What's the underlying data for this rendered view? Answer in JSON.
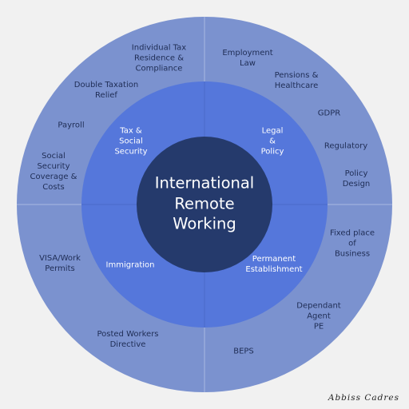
{
  "center": {
    "title": "International\nRemote\nWorking"
  },
  "inner": {
    "tax": "Tax &\nSocial\nSecurity",
    "legal": "Legal\n&\nPolicy",
    "immigration": "Immigration",
    "pe": "Permanent\nEstablishment"
  },
  "outer": {
    "individual_tax": "Individual Tax\nResidence &\nCompliance",
    "double_tax": "Double Taxation\nRelief",
    "payroll": "Payroll",
    "social_security": "Social\nSecurity\nCoverage &\nCosts",
    "visa": "VISA/Work\nPermits",
    "posted_workers": "Posted Workers\nDirective",
    "employment_law": "Employment\nLaw",
    "pensions": "Pensions &\nHealthcare",
    "gdpr": "GDPR",
    "regulatory": "Regulatory",
    "policy_design": "Policy\nDesign",
    "fixed_place": "Fixed place\nof\nBusiness",
    "dependant_agent": "Dependant\nAgent\nPE",
    "beps": "BEPS"
  },
  "brand": "Abbiss Cadres",
  "colors": {
    "background": "#f1f1f1",
    "outer_ring": "#7b92cf",
    "inner_ring": "#5577db",
    "core": "#253a6c",
    "divider": "#a9b8e2"
  }
}
